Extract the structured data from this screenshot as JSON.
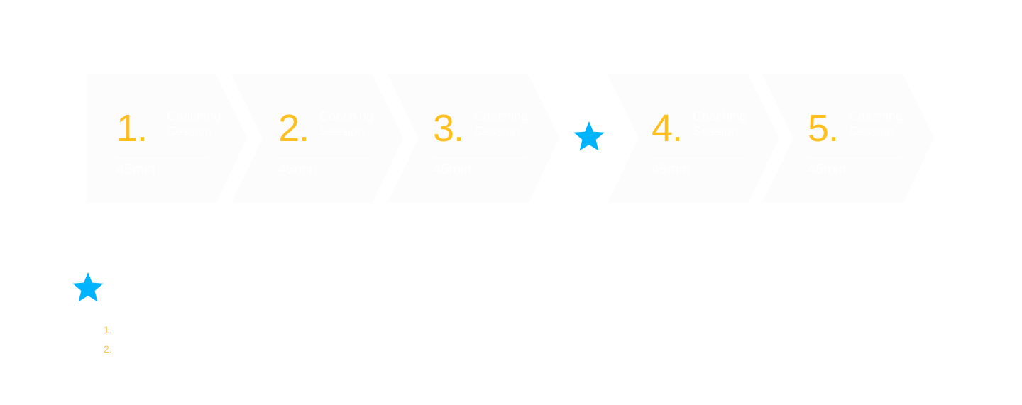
{
  "colors": {
    "step_bg": "#fcfcfc",
    "number": "#ffbf1f",
    "text": "#ffffff",
    "star": "#00b3ff",
    "list_marker": "#ffc44d"
  },
  "steps": [
    {
      "number": "1.",
      "title": "Coaching Session",
      "duration": "45min"
    },
    {
      "number": "2.",
      "title": "Coaching Session",
      "duration": "45min"
    },
    {
      "number": "3.",
      "title": "Coaching Session",
      "duration": "45min"
    },
    {
      "number": "4.",
      "title": "Coaching Session",
      "duration": "45min"
    },
    {
      "number": "5.",
      "title": "Coaching Session",
      "duration": "45min"
    }
  ],
  "icons": {
    "milestone_star": "star-icon",
    "legend_star": "star-icon"
  },
  "notes": {
    "items": [
      {
        "marker": "1.",
        "text": ""
      },
      {
        "marker": "2.",
        "text": ""
      }
    ]
  }
}
